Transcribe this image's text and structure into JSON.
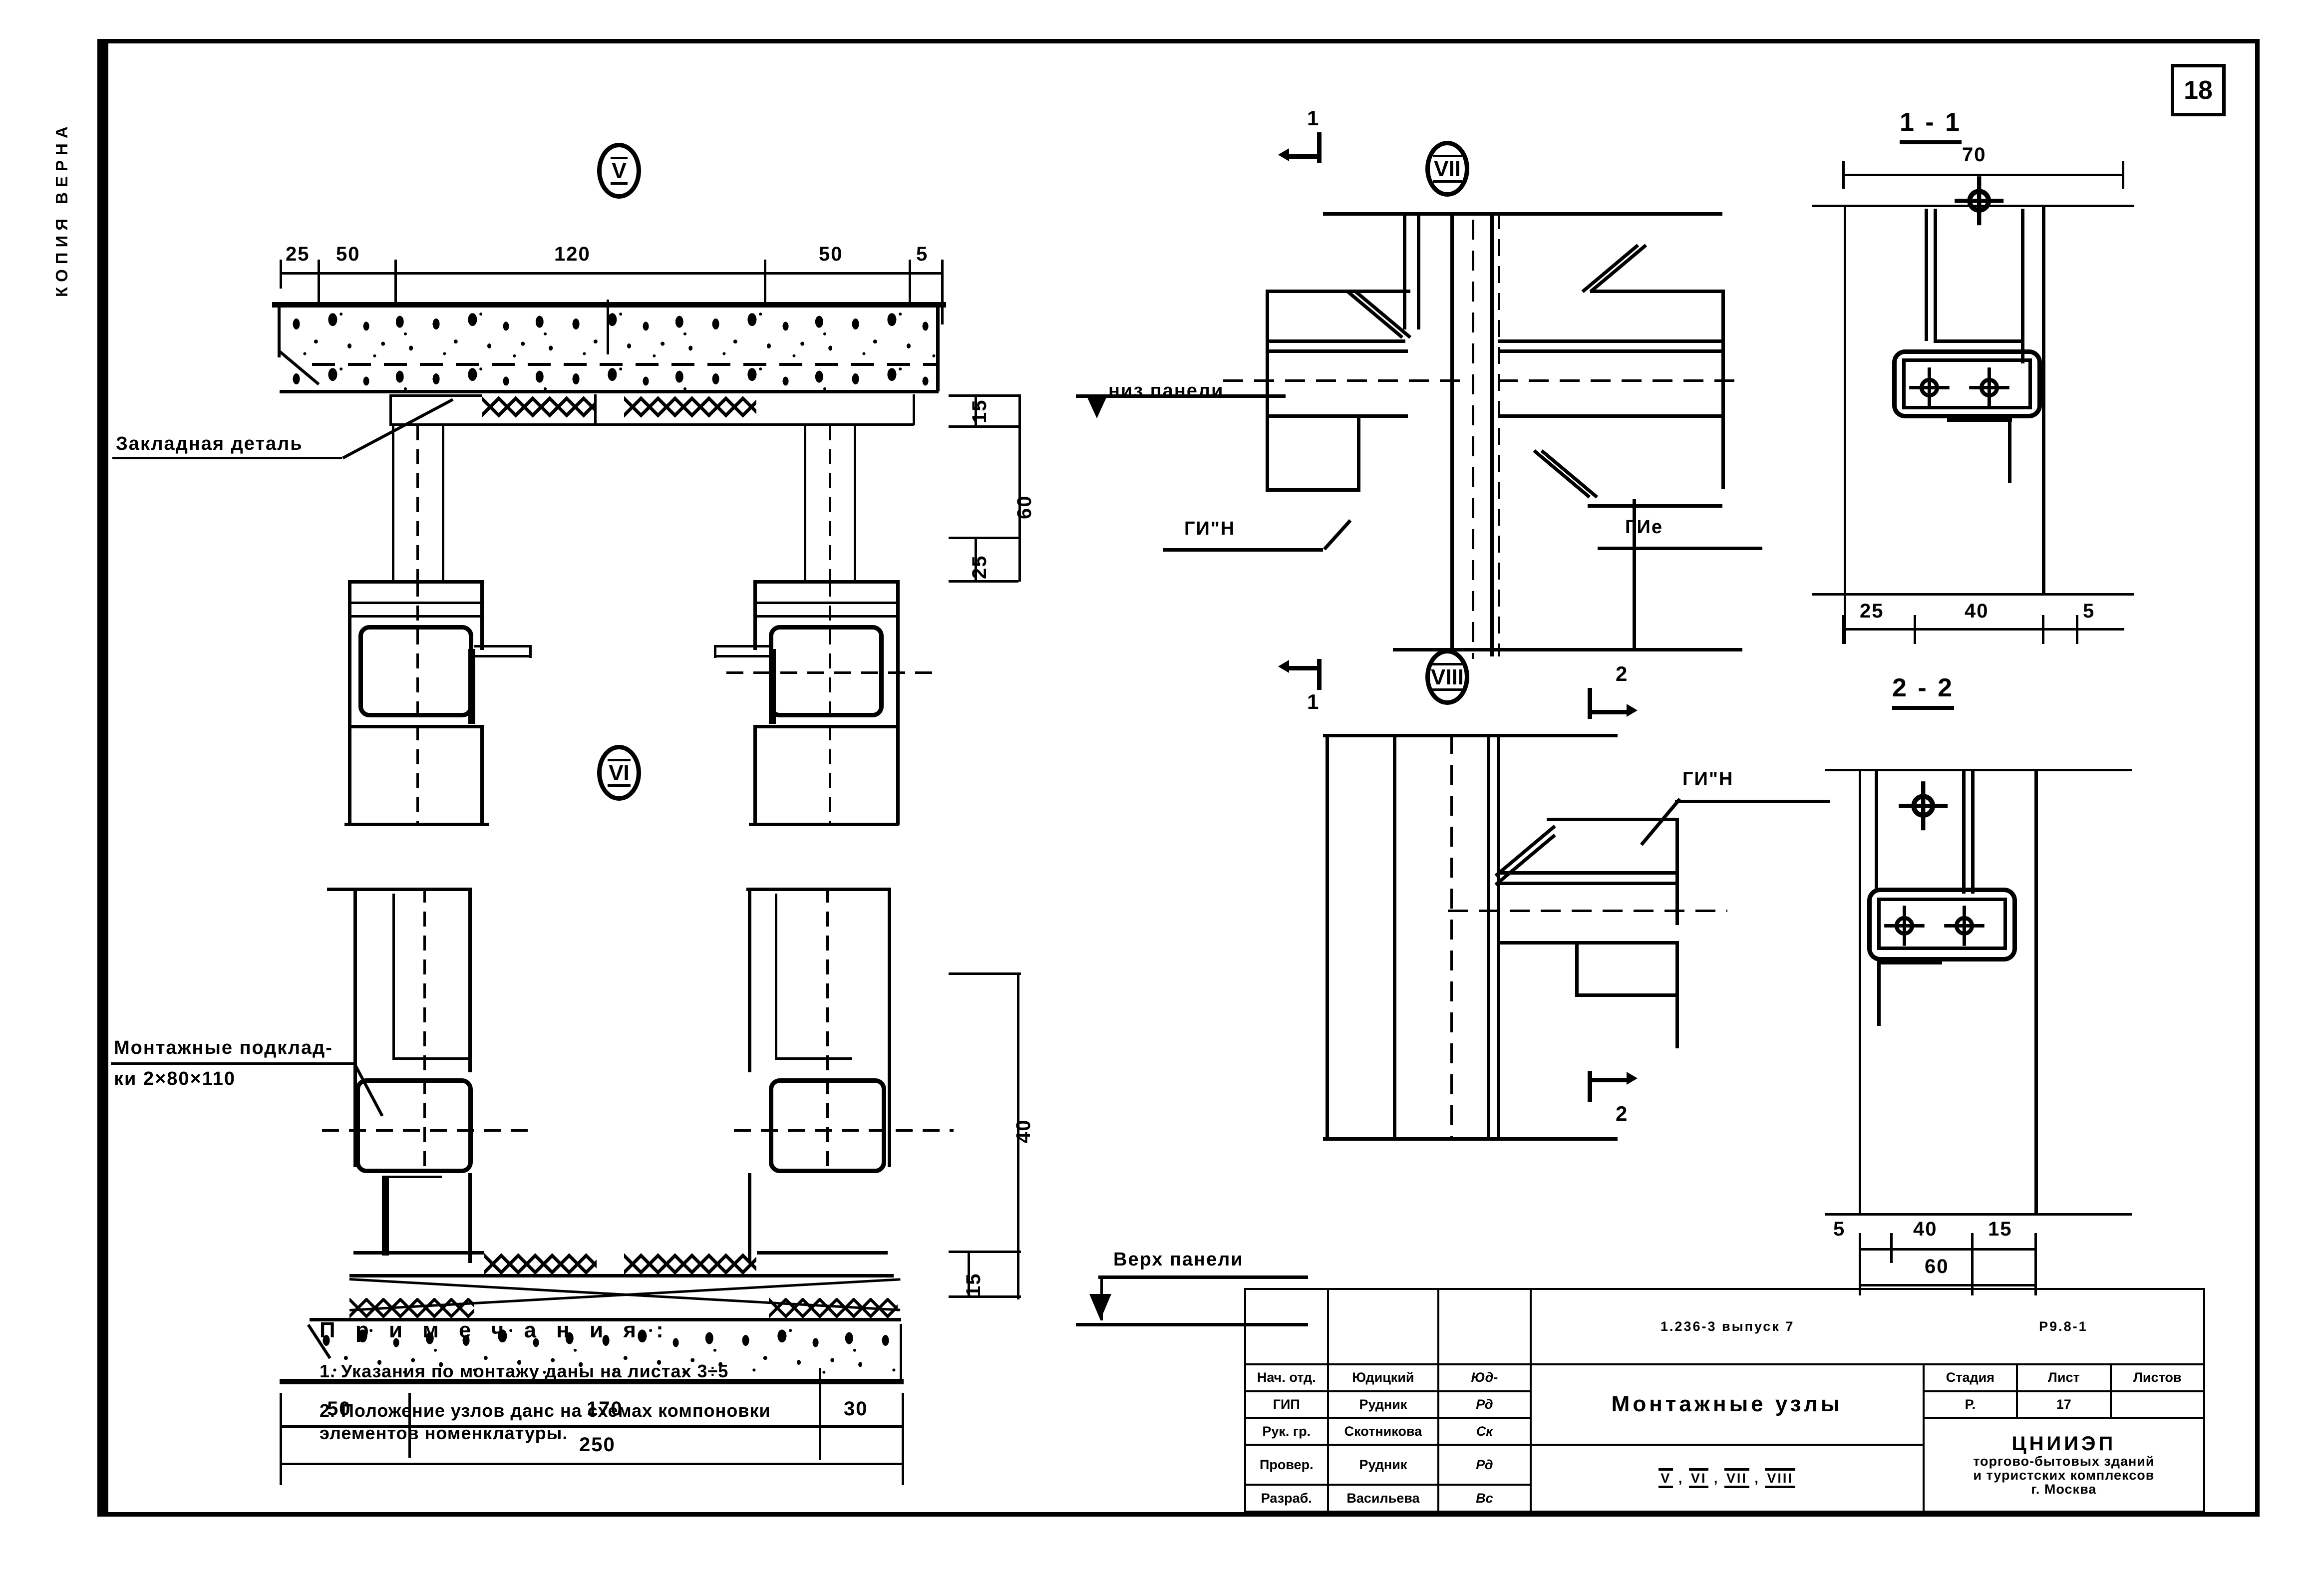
{
  "sheet": {
    "copy_stamp": "КОПИЯ ВЕРНА",
    "page_number": "18"
  },
  "details": {
    "v": {
      "bubble": "V",
      "label_embedded_part": "Закладная деталь",
      "top_dims": [
        "25",
        "50",
        "120",
        "50",
        "5"
      ],
      "right_dims": [
        "15",
        "60",
        "25"
      ],
      "level_label": "низ панели"
    },
    "vi": {
      "bubble": "VI",
      "label_shims_line1": "Монтажные подклад-",
      "label_shims_line2": "ки 2×80×110",
      "right_dims": [
        "40",
        "15"
      ],
      "bottom_dims": [
        "50",
        "170",
        "30"
      ],
      "total_dim": "250",
      "level_label": "Верх панели"
    },
    "vii": {
      "bubble": "VII",
      "label_left": "ГИ\"Н",
      "label_right": "ГИе",
      "section_mark_top": "1",
      "section_mark_bottom": "1"
    },
    "viii": {
      "bubble": "VIII",
      "label_right": "ГИ\"Н",
      "section_mark_top": "2",
      "section_mark_bottom": "2"
    },
    "section_1_1": {
      "title": "1 - 1",
      "top_dim": "70",
      "bottom_dims": [
        "25",
        "40",
        "5"
      ]
    },
    "section_2_2": {
      "title": "2 - 2",
      "bottom_dims": [
        "5",
        "40",
        "15"
      ],
      "total_dim": "60"
    }
  },
  "notes": {
    "title": "П р и м е ч а н и я :",
    "items": [
      "1.  Указания по монтажу даны на листах 3÷5",
      "2. Положение узлов данс на схемах компоновки\n    элементов номенклатуры."
    ]
  },
  "title_block": {
    "code": "1.236-3   выпуск 7",
    "sheet_code": "Р9.8-1",
    "drawing_name": "Монтажные узлы",
    "units_label": [
      "V",
      "VI",
      "VII",
      "VIII"
    ],
    "roles": [
      {
        "role": "Нач. отд.",
        "name": "Юдицкий",
        "sign": "Юд-"
      },
      {
        "role": "ГИП",
        "name": "Рудник",
        "sign": "Рд"
      },
      {
        "role": "Рук. гр.",
        "name": "Скотникова",
        "sign": "Ск"
      },
      {
        "role": "Провер.",
        "name": "Рудник",
        "sign": "Рд"
      },
      {
        "role": "Разраб.",
        "name": "Васильева",
        "sign": "Вс"
      }
    ],
    "stage_header": "Стадия",
    "sheet_header": "Лист",
    "sheets_header": "Листов",
    "stage_value": "Р.",
    "sheet_value": "17",
    "sheets_value": "",
    "org_name": "ЦНИИЭП",
    "org_line1": "торгово-бытовых зданий",
    "org_line2": "и туристских комплексов",
    "org_city": "г. Москва"
  }
}
